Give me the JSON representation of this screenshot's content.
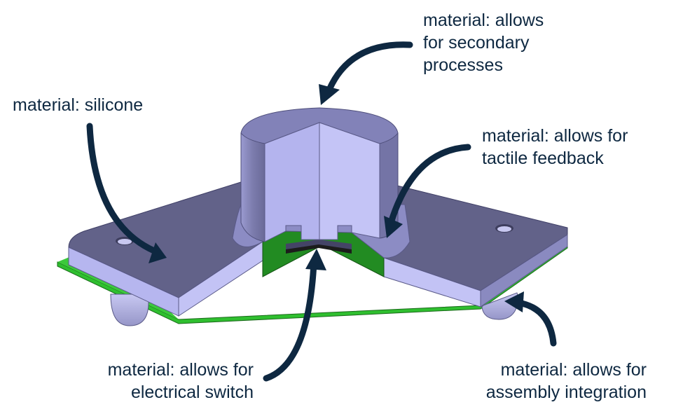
{
  "labels": {
    "silicone": [
      "material: silicone"
    ],
    "secondary": [
      "material: allows",
      "for secondary",
      "processes"
    ],
    "tactile": [
      "material: allows for",
      "tactile feedback"
    ],
    "switch": [
      "material: allows for",
      "electrical switch"
    ],
    "assembly": [
      "material: allows for",
      "assembly integration"
    ]
  },
  "colors": {
    "text": "#0e2841",
    "arrow": "#0e2841",
    "silicone_top": "#6b6b94",
    "silicone_side": "#b8b8f0",
    "silicone_light": "#c4c4f4",
    "pcb": "#2fbf2f",
    "pcb_dark": "#1e8a1e"
  }
}
